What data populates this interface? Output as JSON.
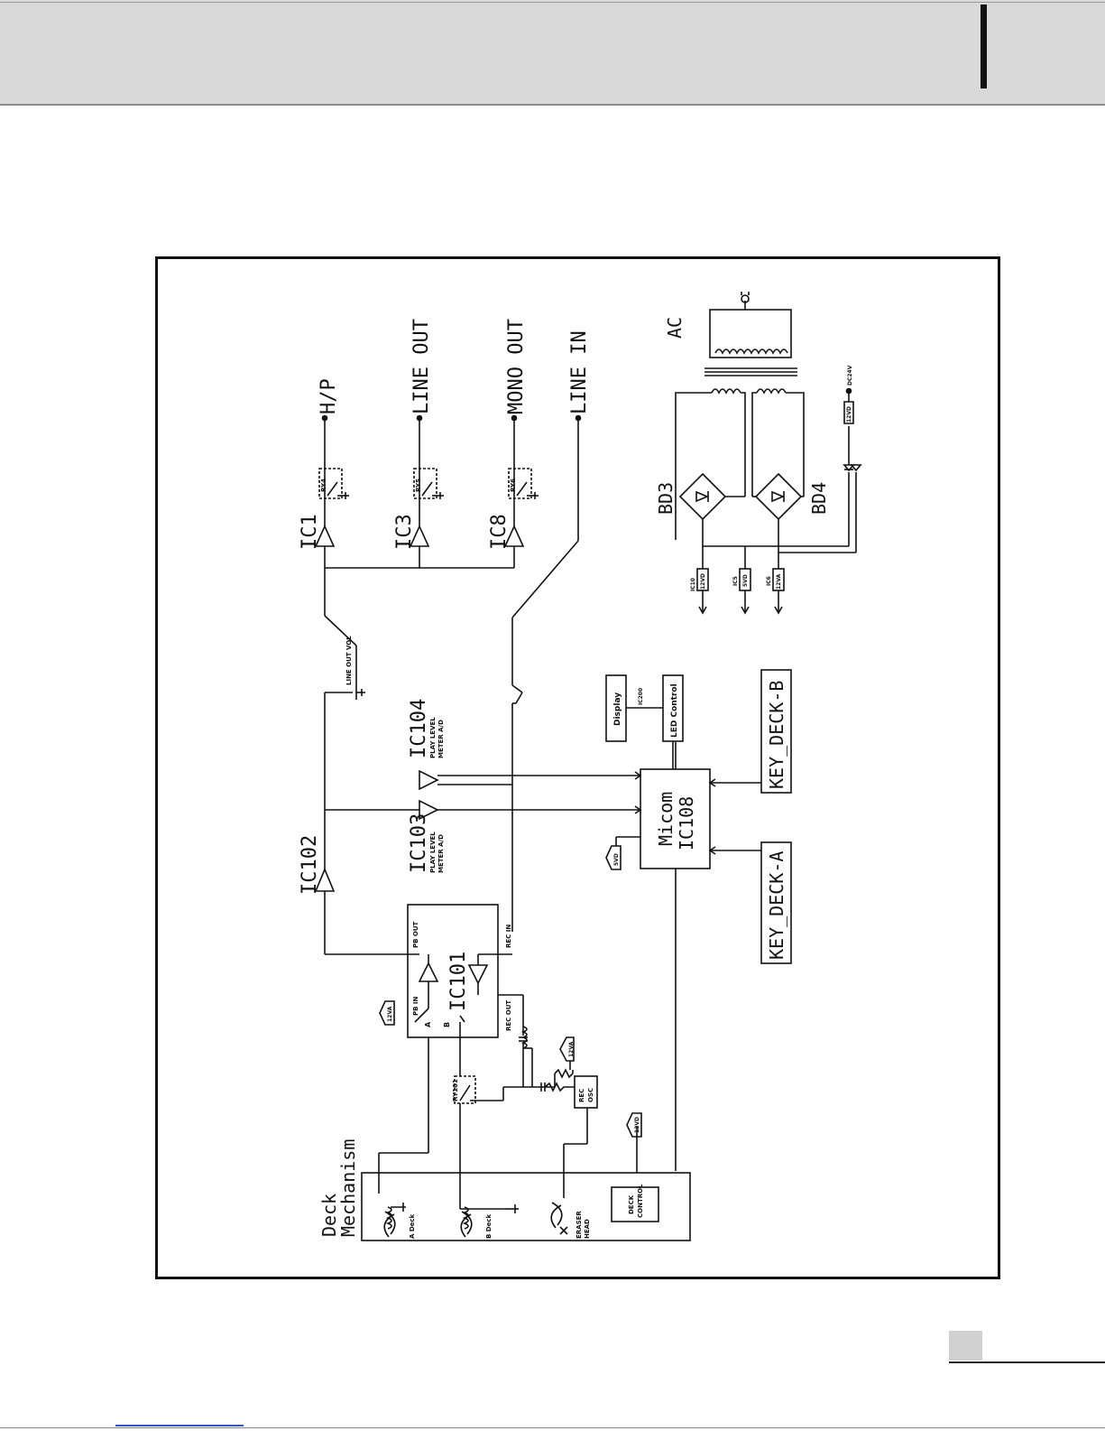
{
  "diagram": {
    "outputs": {
      "hp": "H/P",
      "line_out": "LINE OUT",
      "mono_out": "MONO OUT",
      "line_in": "LINE IN"
    },
    "amps": {
      "ic1": "IC1",
      "ic3": "IC3",
      "ic8": "IC8",
      "ic102": "IC102",
      "ic101": "IC101",
      "ic103": "IC103",
      "ic104": "IC104",
      "ic103_desc1": "PLAY LEVEL",
      "ic103_desc2": "METER A/D",
      "ic104_desc1": "PLAY LEVEL",
      "ic104_desc2": "METER A/D"
    },
    "relays": {
      "ry4": "RY4",
      "ry5": "RY5",
      "ry6": "RY6",
      "ry101": "RY101"
    },
    "vol": "LINE OUT VOL",
    "ic101_pins": {
      "pb_out": "PB OUT",
      "rec_in": "REC IN",
      "rec_out": "REC OUT",
      "pb_in": "PB IN",
      "a": "A",
      "b": "B"
    },
    "micom": {
      "line1": "Micom",
      "line2": "IC108"
    },
    "display": "Display",
    "ic200": "IC200",
    "led_control": "LED Control",
    "key_deck_a": "KEY_DECK-A",
    "key_deck_b": "KEY_DECK-B",
    "rec_osc": {
      "line1": "REC",
      "line2": "OSC"
    },
    "deck": {
      "title1": "Deck",
      "title2": "Mechanism",
      "a_deck": "A Deck",
      "b_deck": "B Deck",
      "eraser1": "ERASER",
      "eraser2": "HEAD",
      "control1": "DECK",
      "control2": "CONTROL"
    },
    "power": {
      "ac": "AC",
      "bd3": "BD3",
      "bd4": "BD4",
      "dc24v": "DC24V",
      "reg_12vd": "12VD",
      "ic10": "IC10",
      "ic10_val": "12VD",
      "ic5": "IC5",
      "ic5_val": "5VD",
      "ic6": "IC6",
      "ic6_val": "12VA"
    },
    "supply_tags": {
      "v12va": "12VA",
      "v12va_osc": "12VA",
      "v5vd": "5VD",
      "v12vd": "12VD"
    }
  }
}
